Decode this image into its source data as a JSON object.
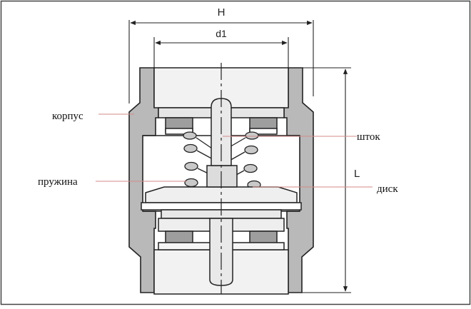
{
  "dimensions": {
    "width": "H",
    "inner_diameter": "d1",
    "length": "L"
  },
  "labels": {
    "body": "корпус",
    "spring": "пружина",
    "stem": "шток",
    "disc": "диск"
  },
  "colors": {
    "body_fill": "#b9b9b9",
    "part_fill": "#ececec",
    "line": "#222222",
    "leader": "#d48a8a"
  }
}
